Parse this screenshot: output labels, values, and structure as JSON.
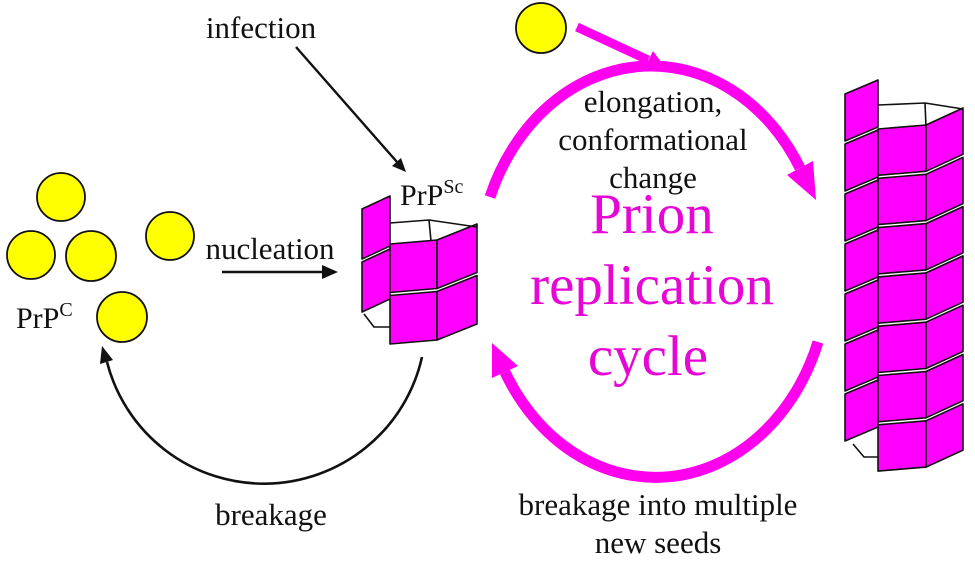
{
  "diagram_title": "Prion replication cycle",
  "colors": {
    "ink": "#111111",
    "yellow": "#ffff00",
    "box_fill": "#ff00ff",
    "arrow": "#ff00ee",
    "title": "#e606d6"
  },
  "labels": {
    "infection": "infection",
    "nucleation": "nucleation",
    "breakage": "breakage",
    "elongation": {
      "line1": "elongation,",
      "line2": "conformational",
      "line3": "change"
    },
    "title": {
      "line1": "Prion",
      "line2": "replication",
      "line3": "cycle"
    },
    "breakage_seeds": {
      "line1": "breakage into multiple",
      "line2": "new seeds"
    },
    "prpc": {
      "base": "PrP",
      "sup": "C"
    },
    "prpsc": {
      "base": "PrP",
      "sup": "Sc"
    }
  }
}
